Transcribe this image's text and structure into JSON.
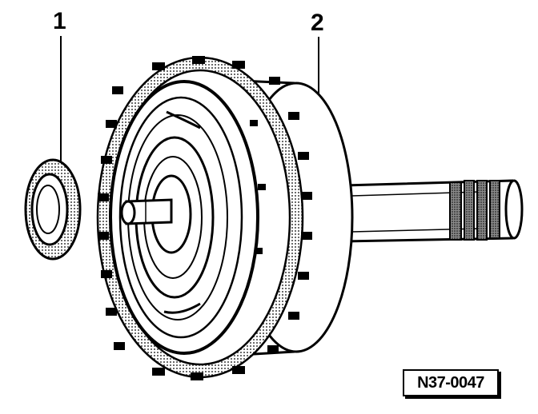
{
  "callouts": [
    {
      "label": "1",
      "part": "bearing-ring"
    },
    {
      "label": "2",
      "part": "clutch-drum"
    }
  ],
  "reference_code": "N37-0047",
  "colors": {
    "ink": "#000000",
    "paper": "#ffffff",
    "shade": "#7a7a7a"
  }
}
